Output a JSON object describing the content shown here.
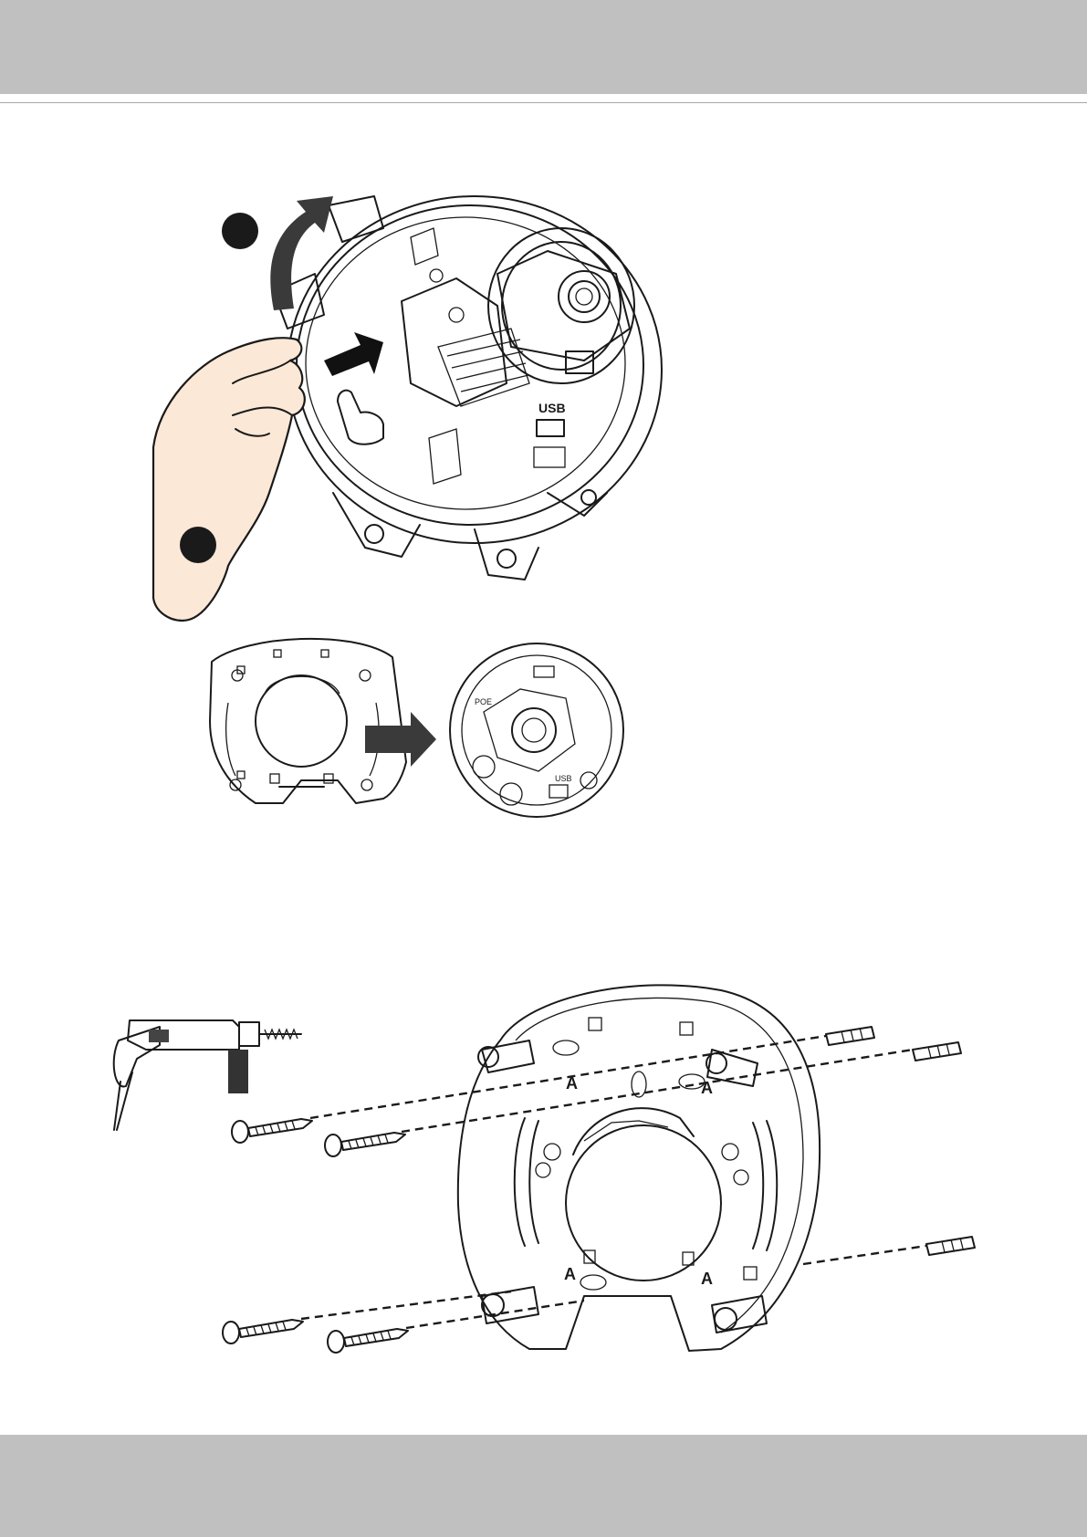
{
  "figure1": {
    "labels": [
      "USB"
    ],
    "colors": {
      "hand": "#fbe8d6",
      "arrow": "#3a3a3a",
      "step_marker": "#1a1a1a"
    }
  },
  "figure2": {
    "labels": [
      "POE",
      "USB"
    ]
  },
  "figure3": {
    "labels": [
      "A",
      "A",
      "A",
      "A"
    ],
    "icons": [
      "power-drill-icon",
      "screw-icon",
      "wall-anchor-icon"
    ]
  },
  "page": {
    "header_color": "#c0c0c0",
    "footer_color": "#c0c0c0"
  }
}
